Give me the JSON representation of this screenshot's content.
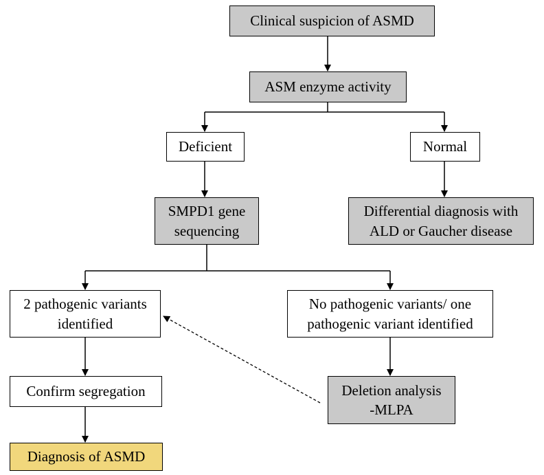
{
  "flowchart": {
    "clinical": "Clinical suspicion of ASMD",
    "asm_activity": "ASM enzyme activity",
    "deficient": "Deficient",
    "normal": "Normal",
    "smpd1": "SMPD1 gene\nsequencing",
    "differential": "Differential diagnosis with\nALD or Gaucher disease",
    "two_variants": "2 pathogenic variants\nidentified",
    "no_variants": "No pathogenic variants/ one\npathogenic variant identified",
    "confirm": "Confirm segregation",
    "deletion": "Deletion analysis\n-MLPA",
    "diagnosis": "Diagnosis of ASMD"
  },
  "colors": {
    "process_fill": "#c9c9c9",
    "result_fill": "#ffffff",
    "final_fill": "#f1d77c",
    "line": "#000000"
  }
}
